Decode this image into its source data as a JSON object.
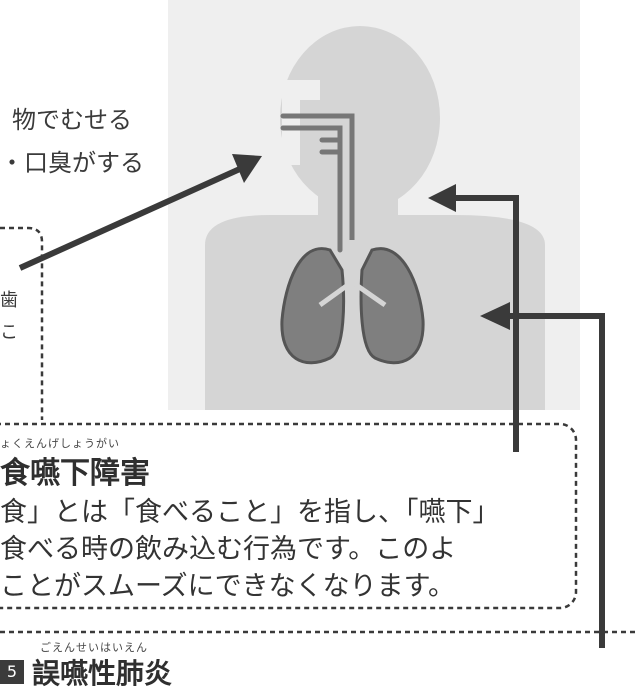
{
  "symptoms": {
    "line1": "物でむせる",
    "line2": "・口臭がする"
  },
  "side_chars": [
    "歯",
    "こ"
  ],
  "section_dysphagia": {
    "ruby": "ょくえんげしょうがい",
    "title": "食嚥下障害",
    "body": [
      "食」とは「食べること」を指し、「嚥下」",
      "食べる時の飲み込む行為です。このよ",
      "ことがスムーズにできなくなります。"
    ]
  },
  "section_pneumonia": {
    "ruby": "ごえんせいはいえん",
    "badge": "5",
    "title": "誤嚥性肺炎"
  },
  "colors": {
    "silhouette": "#d6d6d6",
    "lungs": "#7f7f7f",
    "arrow": "#3a3a3a",
    "figure_bg": "#efefef"
  }
}
